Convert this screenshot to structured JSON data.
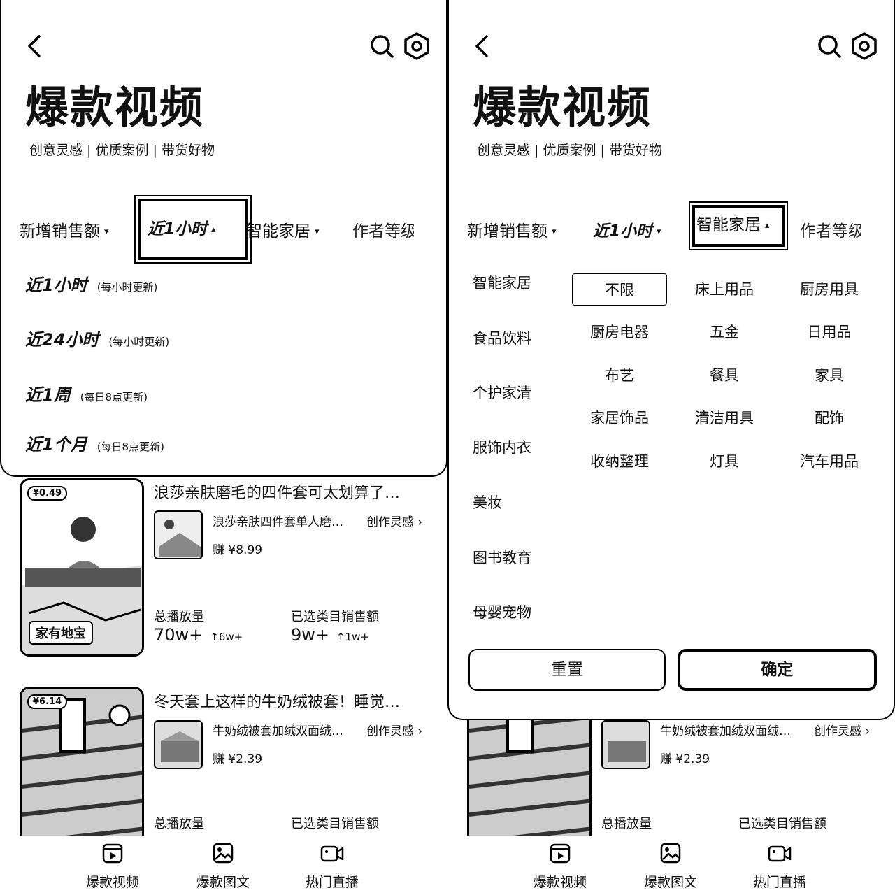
{
  "header": {
    "title": "爆款视频",
    "subtitle": "创意灵感 | 优质案例 | 带货好物"
  },
  "tabs": {
    "sort": "新增销售额",
    "period": "近1小时",
    "category": "智能家居",
    "author": "作者等级"
  },
  "period_menu": [
    {
      "name": "近1小时",
      "note": "(每小时更新)"
    },
    {
      "name": "近24小时",
      "note": "(每小时更新)"
    },
    {
      "name": "近1周",
      "note": "(每日8点更新)"
    },
    {
      "name": "近1个月",
      "note": "(每日8点更新)"
    }
  ],
  "category_menu": {
    "categories": [
      "智能家居",
      "食品饮料",
      "个护家清",
      "服饰内衣",
      "美妆",
      "图书教育",
      "母婴宠物"
    ],
    "subcategories": [
      "不限",
      "床上用品",
      "厨房用具",
      "厨房电器",
      "五金",
      "日用品",
      "布艺",
      "餐具",
      "家具",
      "家居饰品",
      "清洁用具",
      "配饰",
      "收纳整理",
      "灯具",
      "汽车用品"
    ],
    "selected": "不限",
    "reset_label": "重置",
    "confirm_label": "确定"
  },
  "videos": [
    {
      "badge": "¥0.49",
      "caption": "家有地宝",
      "title": "浪莎亲肤磨毛的四件套可太划算了…",
      "product": "浪莎亲肤四件套单人磨…",
      "inspire": "创作灵感",
      "earn": "赚 ¥8.99",
      "plays_label": "总播放量",
      "plays": "70w+",
      "plays_delta": "↑6w+",
      "sales_label": "已选类目销售额",
      "sales": "9w+",
      "sales_delta": "↑1w+"
    },
    {
      "badge": "¥6.14",
      "title": "冬天套上这样的牛奶绒被套！睡觉…",
      "product": "牛奶绒被套加绒双面绒…",
      "inspire": "创作灵感",
      "earn": "赚 ¥2.39",
      "plays_label": "总播放量",
      "sales_label": "已选类目销售额"
    }
  ],
  "bottom_nav": [
    "爆款视频",
    "爆款图文",
    "热门直播"
  ]
}
